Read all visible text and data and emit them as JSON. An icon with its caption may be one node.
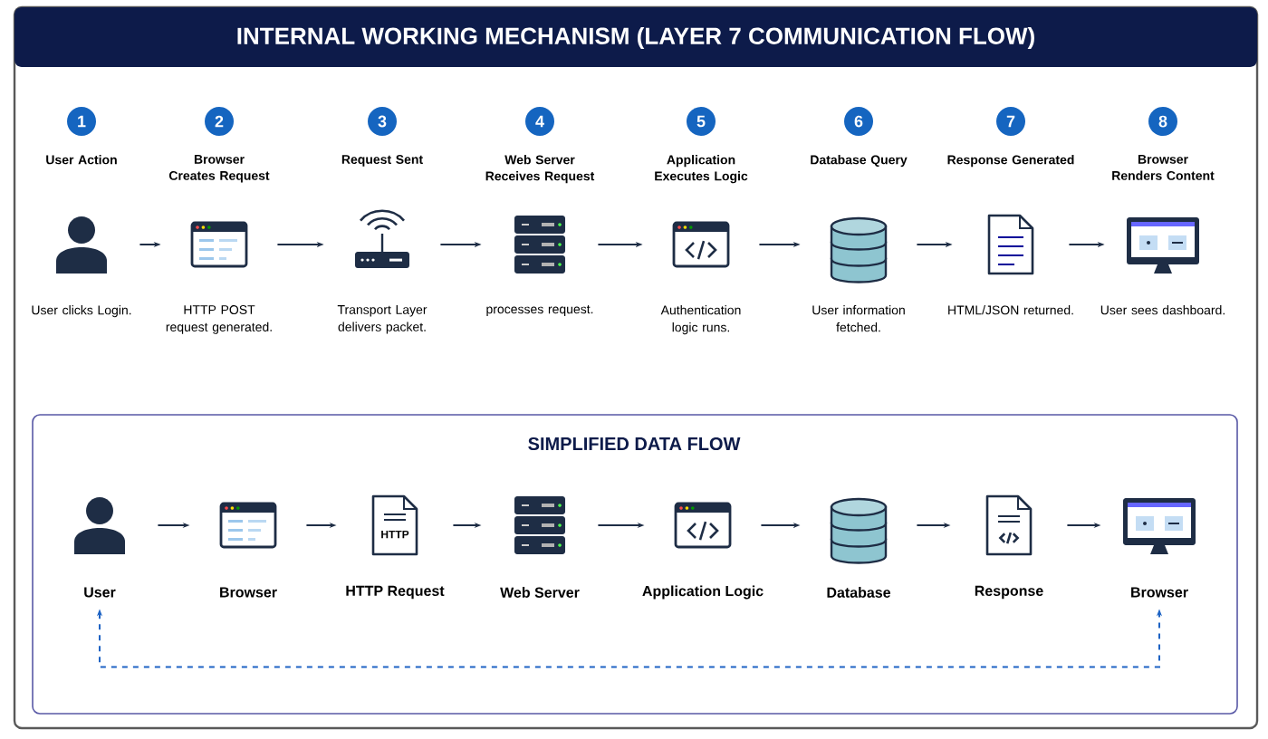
{
  "diagram": {
    "title": "INTERNAL WORKING MECHANISM (LAYER 7 COMMUNICATION FLOW)",
    "nodes": [
      {
        "text": [
          "1",
          "User Action",
          "User clicks Login."
        ]
      },
      {
        "text": [
          "2",
          "Browser Creates Request",
          "HTTP POST request generated."
        ]
      },
      {
        "text": [
          "3",
          "Request Sent",
          "Transport Layer delivers packet."
        ]
      },
      {
        "text": [
          "4",
          "Web Server Receives Request",
          "processes request."
        ]
      },
      {
        "text": [
          "5",
          "Application Executes Logic",
          "Authentication logic runs."
        ]
      },
      {
        "text": [
          "6",
          "Database Query",
          "User information fetched."
        ]
      },
      {
        "text": [
          "7",
          "Response Generated",
          "HTML/JSON returned."
        ]
      },
      {
        "text": [
          "8",
          "Browser Renders Content",
          "User sees dashboard."
        ]
      },
      {
        "text": [
          "SIMPLIFIED DATA FLOW"
        ]
      },
      {
        "text": [
          "User"
        ],
        "in": 8
      },
      {
        "text": [
          "Browser"
        ],
        "in": 8
      },
      {
        "text": [
          "HTTP",
          "HTTP Request"
        ],
        "in": 8
      },
      {
        "text": [
          "Web Server"
        ],
        "in": 8
      },
      {
        "text": [
          "Application Logic"
        ],
        "in": 8
      },
      {
        "text": [
          "Database"
        ],
        "in": 8
      },
      {
        "text": [
          "Response"
        ],
        "in": 8
      },
      {
        "text": [
          "Browser"
        ],
        "in": 8
      }
    ],
    "edges": [
      {
        "from": 0,
        "to": 1,
        "arrow": "to"
      },
      {
        "from": 1,
        "to": 2,
        "arrow": "to"
      },
      {
        "from": 2,
        "to": 3,
        "arrow": "to"
      },
      {
        "from": 3,
        "to": 4,
        "arrow": "to"
      },
      {
        "from": 4,
        "to": 5,
        "arrow": "to"
      },
      {
        "from": 5,
        "to": 6,
        "arrow": "to"
      },
      {
        "from": 6,
        "to": 7,
        "arrow": "to"
      },
      {
        "from": 9,
        "to": 10,
        "arrow": "to"
      },
      {
        "from": 10,
        "to": 11,
        "arrow": "to"
      },
      {
        "from": 11,
        "to": 12,
        "arrow": "to"
      },
      {
        "from": 12,
        "to": 13,
        "arrow": "to"
      },
      {
        "from": 13,
        "to": 14,
        "arrow": "to"
      },
      {
        "from": 14,
        "to": 15,
        "arrow": "to"
      },
      {
        "from": 15,
        "to": 16,
        "arrow": "to"
      },
      {
        "from": 9,
        "to": 16,
        "arrow": "both",
        "style": "dashed",
        "color": "#1e63c4"
      }
    ]
  }
}
